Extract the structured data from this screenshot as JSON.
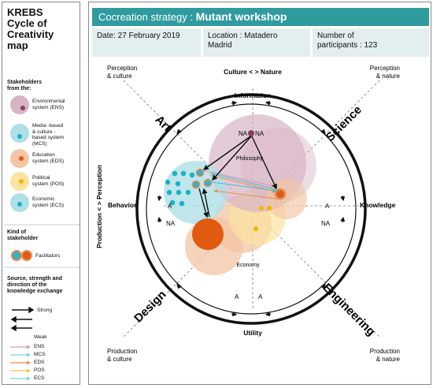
{
  "sidebar": {
    "title_lines": [
      "KREBS",
      "Cycle of",
      "Creativity",
      "map"
    ],
    "stakeholders_heading_lines": [
      "Stakeholders",
      "from the:"
    ],
    "stakeholders": [
      {
        "lines": [
          "Environmental",
          "system (ENS)"
        ],
        "fill": "#d7b3c6",
        "dot": "#8b3a62"
      },
      {
        "lines": [
          "Media -based",
          "& culture -",
          "based  system",
          "(MCS)"
        ],
        "fill": "#aee0e6",
        "dot": "#17b2c6"
      },
      {
        "lines": [
          "Education",
          "system (EDS)"
        ],
        "fill": "#f3c6a5",
        "dot": "#e05a10"
      },
      {
        "lines": [
          "Political",
          "system (POS)"
        ],
        "fill": "#fbe3a0",
        "dot": "#f5b400"
      },
      {
        "lines": [
          "Economic",
          "system (ECS)"
        ],
        "fill": "#aee0e6",
        "dot": "#17b2c6"
      }
    ],
    "kind_heading_lines": [
      "Kind of",
      "stakeholder"
    ],
    "facilitators_label": "Facilitators",
    "exchange_heading_lines": [
      "Source, strength and",
      "direction of the",
      "knowledge exchange"
    ],
    "strong_label": "Strong",
    "weak_label": "Weak",
    "weak_items": [
      {
        "label": "ENS",
        "color": "#d49ab4"
      },
      {
        "label": "MCS",
        "color": "#7fd0dc"
      },
      {
        "label": "EDS",
        "color": "#e98a4f"
      },
      {
        "label": "POS",
        "color": "#f2c341"
      },
      {
        "label": "ECS",
        "color": "#7fd0dc"
      }
    ]
  },
  "header": {
    "prefix": "Cocreation   strategy :",
    "name": "Mutant workshop"
  },
  "info": {
    "date": "Date:  27 February  2019",
    "location_lines": [
      "Location : Matadero",
      "Madrid"
    ],
    "participants_lines": [
      "Number  of",
      "participants  : 123"
    ]
  },
  "diagram": {
    "corners": {
      "tl": [
        "Perception",
        "& culture"
      ],
      "tr": [
        "Perception",
        "& nature"
      ],
      "bl": [
        "Production",
        "& culture"
      ],
      "br": [
        "Production",
        "& nature"
      ]
    },
    "top_axis": "Culture <   > Nature",
    "left_axis": "Production  <   > Perception",
    "poles": {
      "top": "Information",
      "left": "Behavior",
      "right": "Knowledge",
      "bottom": "Utility"
    },
    "quadrants": {
      "tl": "Art",
      "tr": "Science",
      "bl": "Design",
      "br": "Engineering"
    },
    "inner_labels": {
      "philosophy": "Philosophy",
      "economy": "Economy"
    },
    "tags": {
      "na": "NA",
      "a": "A"
    }
  }
}
